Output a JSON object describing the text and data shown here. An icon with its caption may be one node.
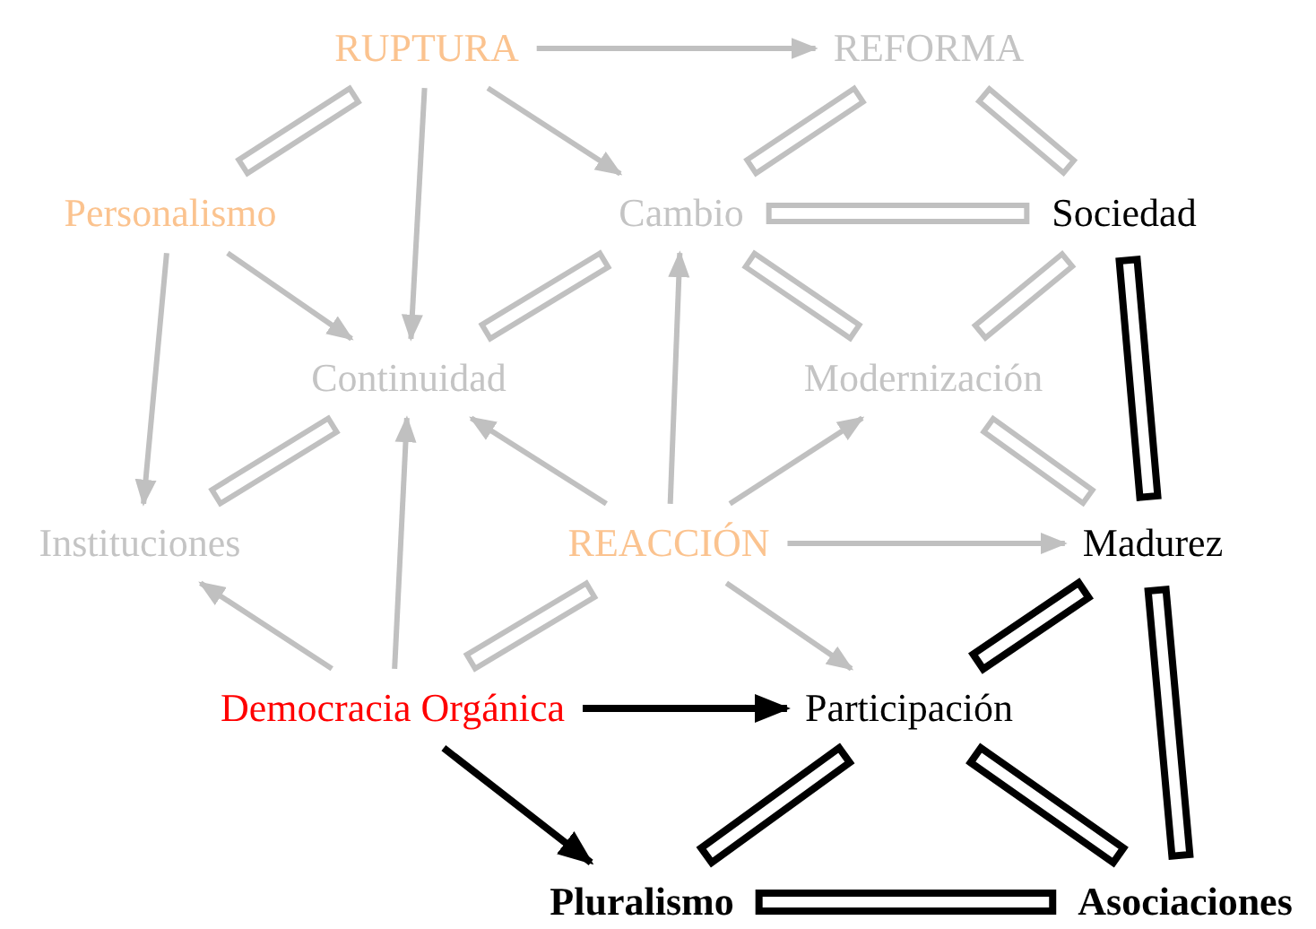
{
  "diagram": {
    "nodes": [
      {
        "text": [
          "RUPTURA"
        ]
      },
      {
        "text": [
          "REFORMA"
        ]
      },
      {
        "text": [
          "Personalismo"
        ]
      },
      {
        "text": [
          "Cambio"
        ]
      },
      {
        "text": [
          "Sociedad"
        ]
      },
      {
        "text": [
          "Continuidad"
        ]
      },
      {
        "text": [
          "Modernización"
        ]
      },
      {
        "text": [
          "Instituciones"
        ]
      },
      {
        "text": [
          "REACCIÓN"
        ]
      },
      {
        "text": [
          "Madurez"
        ]
      },
      {
        "text": [
          "Democracia Orgánica"
        ]
      },
      {
        "text": [
          "Participación"
        ]
      },
      {
        "text": [
          "Pluralismo"
        ]
      },
      {
        "text": [
          "Asociaciones"
        ]
      }
    ],
    "edges": [
      {
        "from": 0,
        "to": 1,
        "arrow": "to"
      },
      {
        "from": 0,
        "to": 5,
        "arrow": "to"
      },
      {
        "from": 0,
        "to": 3,
        "arrow": "to"
      },
      {
        "from": 2,
        "to": 5,
        "arrow": "to"
      },
      {
        "from": 2,
        "to": 7,
        "arrow": "to"
      },
      {
        "from": 8,
        "to": 3,
        "arrow": "to"
      },
      {
        "from": 8,
        "to": 5,
        "arrow": "to"
      },
      {
        "from": 8,
        "to": 6,
        "arrow": "to"
      },
      {
        "from": 8,
        "to": 9,
        "arrow": "to"
      },
      {
        "from": 8,
        "to": 11,
        "arrow": "to"
      },
      {
        "from": 10,
        "to": 7,
        "arrow": "to"
      },
      {
        "from": 10,
        "to": 5,
        "arrow": "to"
      },
      {
        "from": 10,
        "to": 11,
        "arrow": "to",
        "color": "#000000"
      },
      {
        "from": 10,
        "to": 12,
        "arrow": "to",
        "color": "#000000"
      },
      {
        "from": 0,
        "to": 2,
        "arrow": "none"
      },
      {
        "from": 1,
        "to": 3,
        "arrow": "none"
      },
      {
        "from": 1,
        "to": 4,
        "arrow": "none"
      },
      {
        "from": 3,
        "to": 4,
        "arrow": "none"
      },
      {
        "from": 3,
        "to": 5,
        "arrow": "none"
      },
      {
        "from": 3,
        "to": 6,
        "arrow": "none"
      },
      {
        "from": 4,
        "to": 6,
        "arrow": "none"
      },
      {
        "from": 5,
        "to": 7,
        "arrow": "none"
      },
      {
        "from": 6,
        "to": 9,
        "arrow": "none"
      },
      {
        "from": 8,
        "to": 10,
        "arrow": "none"
      },
      {
        "from": 4,
        "to": 9,
        "arrow": "none",
        "color": "#000000"
      },
      {
        "from": 9,
        "to": 11,
        "arrow": "none",
        "color": "#000000"
      },
      {
        "from": 9,
        "to": 13,
        "arrow": "none",
        "color": "#000000"
      },
      {
        "from": 11,
        "to": 12,
        "arrow": "none",
        "color": "#000000"
      },
      {
        "from": 11,
        "to": 13,
        "arrow": "none",
        "color": "#000000"
      },
      {
        "from": 12,
        "to": 13,
        "arrow": "none",
        "color": "#000000"
      }
    ]
  }
}
